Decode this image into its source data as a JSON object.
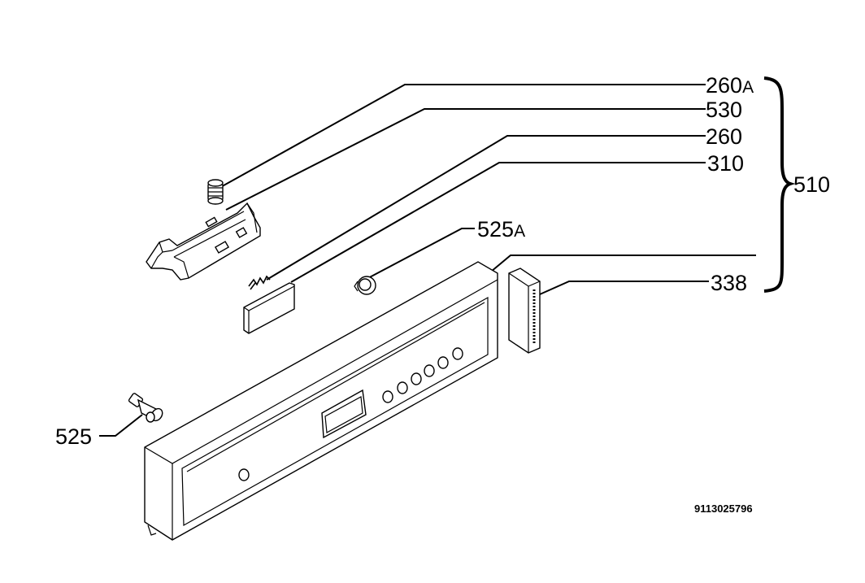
{
  "labels": {
    "p260a": {
      "num": "260",
      "suffix": "A"
    },
    "p530": {
      "num": "530"
    },
    "p260": {
      "num": "260"
    },
    "p310": {
      "num": "310"
    },
    "p510": {
      "num": "510"
    },
    "p525a": {
      "num": "525",
      "suffix": "A"
    },
    "p338": {
      "num": "338"
    },
    "p525": {
      "num": "525"
    }
  },
  "drawing_code": "9113025796"
}
